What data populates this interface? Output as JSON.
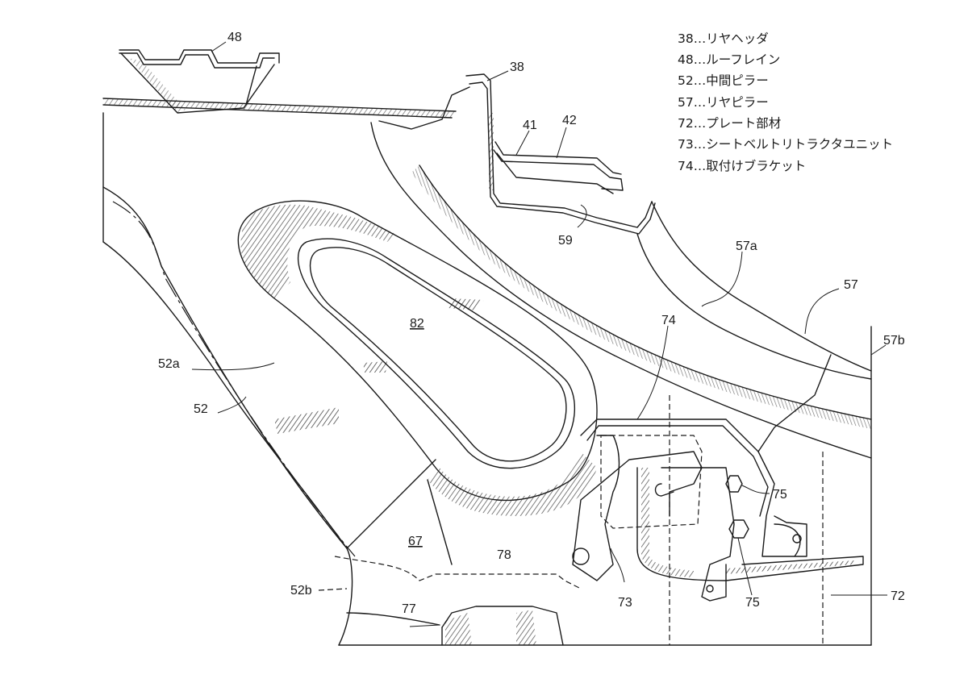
{
  "legend": [
    "38…リヤヘッダ",
    "48…ルーフレイン",
    "52…中間ピラー",
    "57…リヤピラー",
    "72…プレート部材",
    "73…シートベルトリトラクタユニット",
    "74…取付けブラケット"
  ],
  "labels": {
    "l48": "48",
    "l38": "38",
    "l41": "41",
    "l42": "42",
    "l59": "59",
    "l57a": "57a",
    "l57": "57",
    "l57b": "57b",
    "l74": "74",
    "l82": "82",
    "l52a": "52a",
    "l52": "52",
    "l75a": "75",
    "l75b": "75",
    "l67": "67",
    "l78": "78",
    "l52b": "52b",
    "l77": "77",
    "l73": "73",
    "l72": "72"
  }
}
